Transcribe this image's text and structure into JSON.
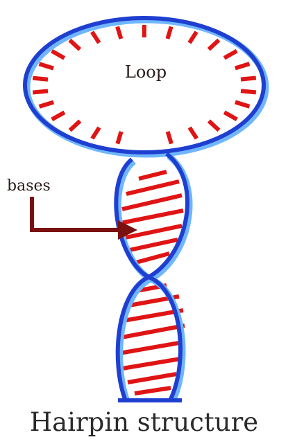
{
  "labels": {
    "loop": "Loop",
    "bases": "bases",
    "title": "Hairpin structure"
  },
  "colors": {
    "backbone": "#1f3fd0",
    "backbone_shadow": "#6fb6ff",
    "base": "#e01414",
    "arrow": "#7a1010"
  }
}
